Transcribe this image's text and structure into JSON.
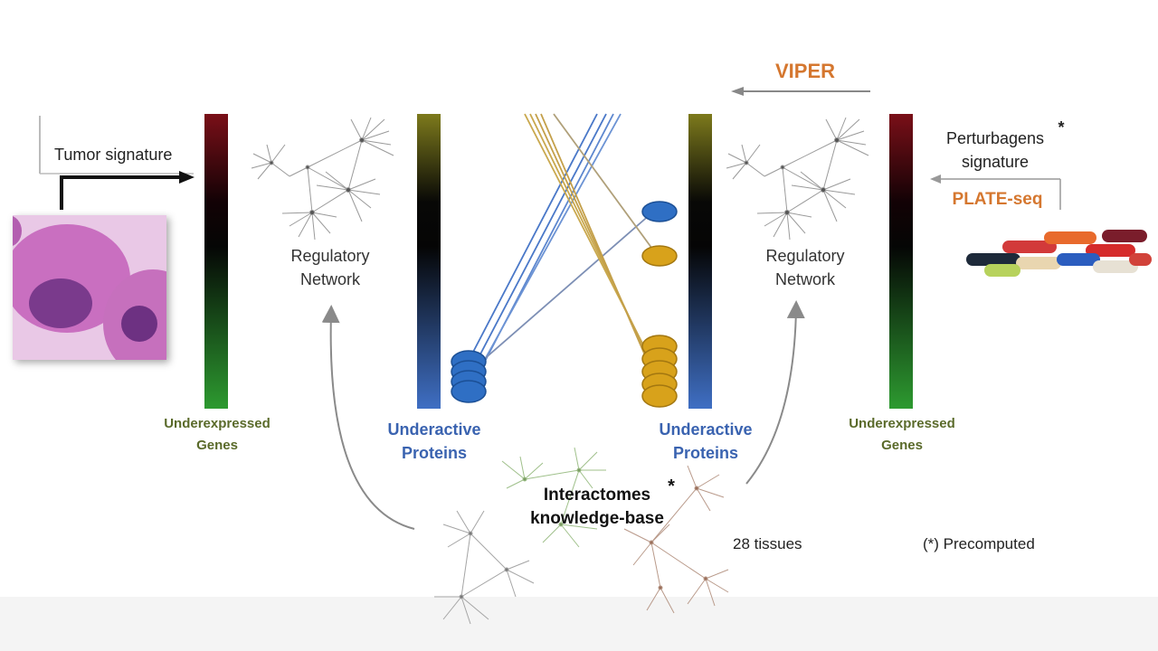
{
  "labels": {
    "tumor_signature": "Tumor signature",
    "regulatory_network_left": [
      "Regulatory",
      "Network"
    ],
    "regulatory_network_right": [
      "Regulatory",
      "Network"
    ],
    "underexpressed_left": [
      "Underexpressed",
      "Genes"
    ],
    "underexpressed_right": [
      "Underexpressed",
      "Genes"
    ],
    "underactive_left": [
      "Underactive",
      "Proteins"
    ],
    "underactive_right": [
      "Underactive",
      "Proteins"
    ],
    "viper": "VIPER",
    "perturbagens": [
      "Perturbagens",
      "signature"
    ],
    "perturbagens_star": "*",
    "plate_seq": "PLATE-seq",
    "interactomes": [
      "Interactomes",
      "knowledge-base"
    ],
    "interactomes_star": "*",
    "tissues": "28 tissues",
    "precomputed": "(*) Precomputed"
  },
  "colors": {
    "viper_orange": "#d5772f",
    "protein_blue": "#3a63b0",
    "gene_green": "#5a6a2a",
    "blue_node": "#2f6fc4",
    "gold_node": "#d8a21b"
  },
  "icons": {
    "histology": "tumor-histology-image",
    "pills": "drug-pills-image",
    "network": "network-graph-icon"
  }
}
